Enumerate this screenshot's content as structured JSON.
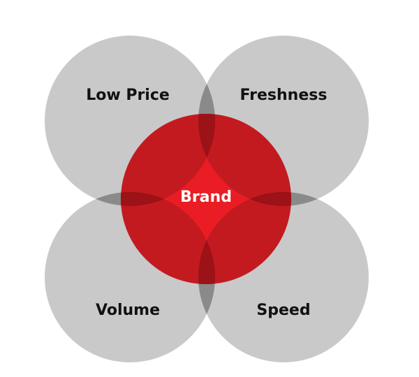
{
  "diagram": {
    "circles": [
      {
        "label": "Low Price"
      },
      {
        "label": "Freshness"
      },
      {
        "label": "Volume"
      },
      {
        "label": "Speed"
      }
    ],
    "center": {
      "label": "Brand"
    }
  },
  "colors": {
    "background": "#ffffff",
    "outer_circle": "#c9c9c9",
    "outer_overlap": "#8a8a8a",
    "center_circle": "#c31a20",
    "center_overlap": "#9b1217",
    "center_core": "#ea1c24",
    "outer_text": "#111111",
    "center_text": "#ffffff"
  }
}
